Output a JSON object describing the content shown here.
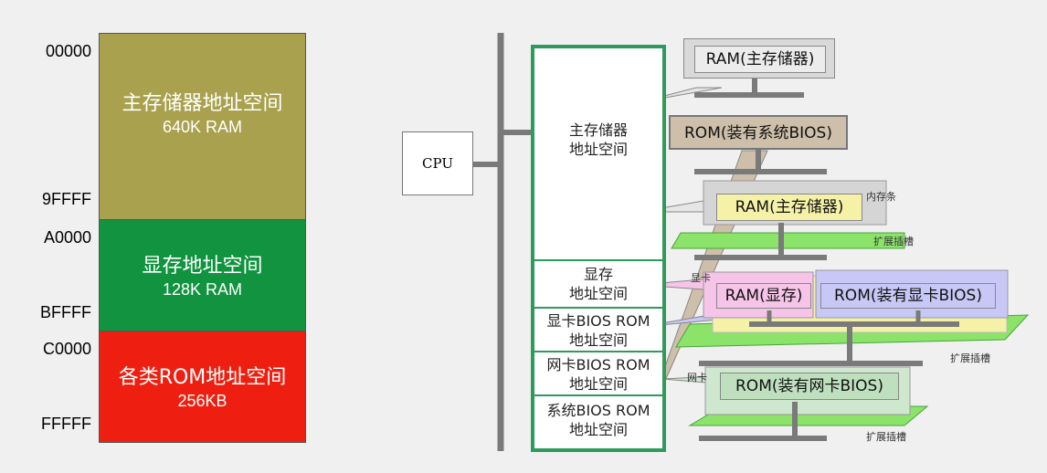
{
  "memory_map": {
    "addresses": [
      "00000",
      "9FFFF",
      "A0000",
      "BFFFF",
      "C0000",
      "FFFFF"
    ],
    "blocks": [
      {
        "title": "主存储器地址空间",
        "size": "640K RAM",
        "color": "#a9a14e"
      },
      {
        "title": "显存地址空间",
        "size": "128K RAM",
        "color": "#11933f"
      },
      {
        "title": "各类ROM地址空间",
        "size": "256KB",
        "color": "#ee1f10"
      }
    ]
  },
  "diagram": {
    "cpu_label": "CPU",
    "segments": [
      {
        "line1": "主存储器",
        "line2": "地址空间"
      },
      {
        "line1": "显存",
        "line2": "地址空间"
      },
      {
        "line1": "显卡BIOS ROM",
        "line2": "地址空间"
      },
      {
        "line1": "网卡BIOS ROM",
        "line2": "地址空间"
      },
      {
        "line1": "系统BIOS ROM",
        "line2": "地址空间"
      }
    ],
    "components": {
      "ram_main_top": "RAM(主存储器)",
      "rom_system_bios": "ROM(装有系统BIOS)",
      "ram_main_stick": "RAM(主存储器)",
      "ram_video": "RAM(显存)",
      "rom_video_bios": "ROM(装有显卡BIOS)",
      "rom_net_bios": "ROM(装有网卡BIOS)"
    },
    "labels": {
      "memory_stick": "内存条",
      "slot_1": "扩展插槽",
      "video_card": "显卡",
      "slot_2": "扩展插槽",
      "net_card": "网卡",
      "slot_3": "扩展插槽"
    },
    "colors": {
      "bus": "#7a7a7a",
      "segment_border": "#2e9a5c",
      "slot_green": "#8be36a",
      "yellow": "#f5f2a8",
      "pink": "#f6c4e8",
      "blue": "#c7c8f6",
      "tan": "#d8c9b3",
      "grey_panel": "#d5d5d5"
    }
  }
}
